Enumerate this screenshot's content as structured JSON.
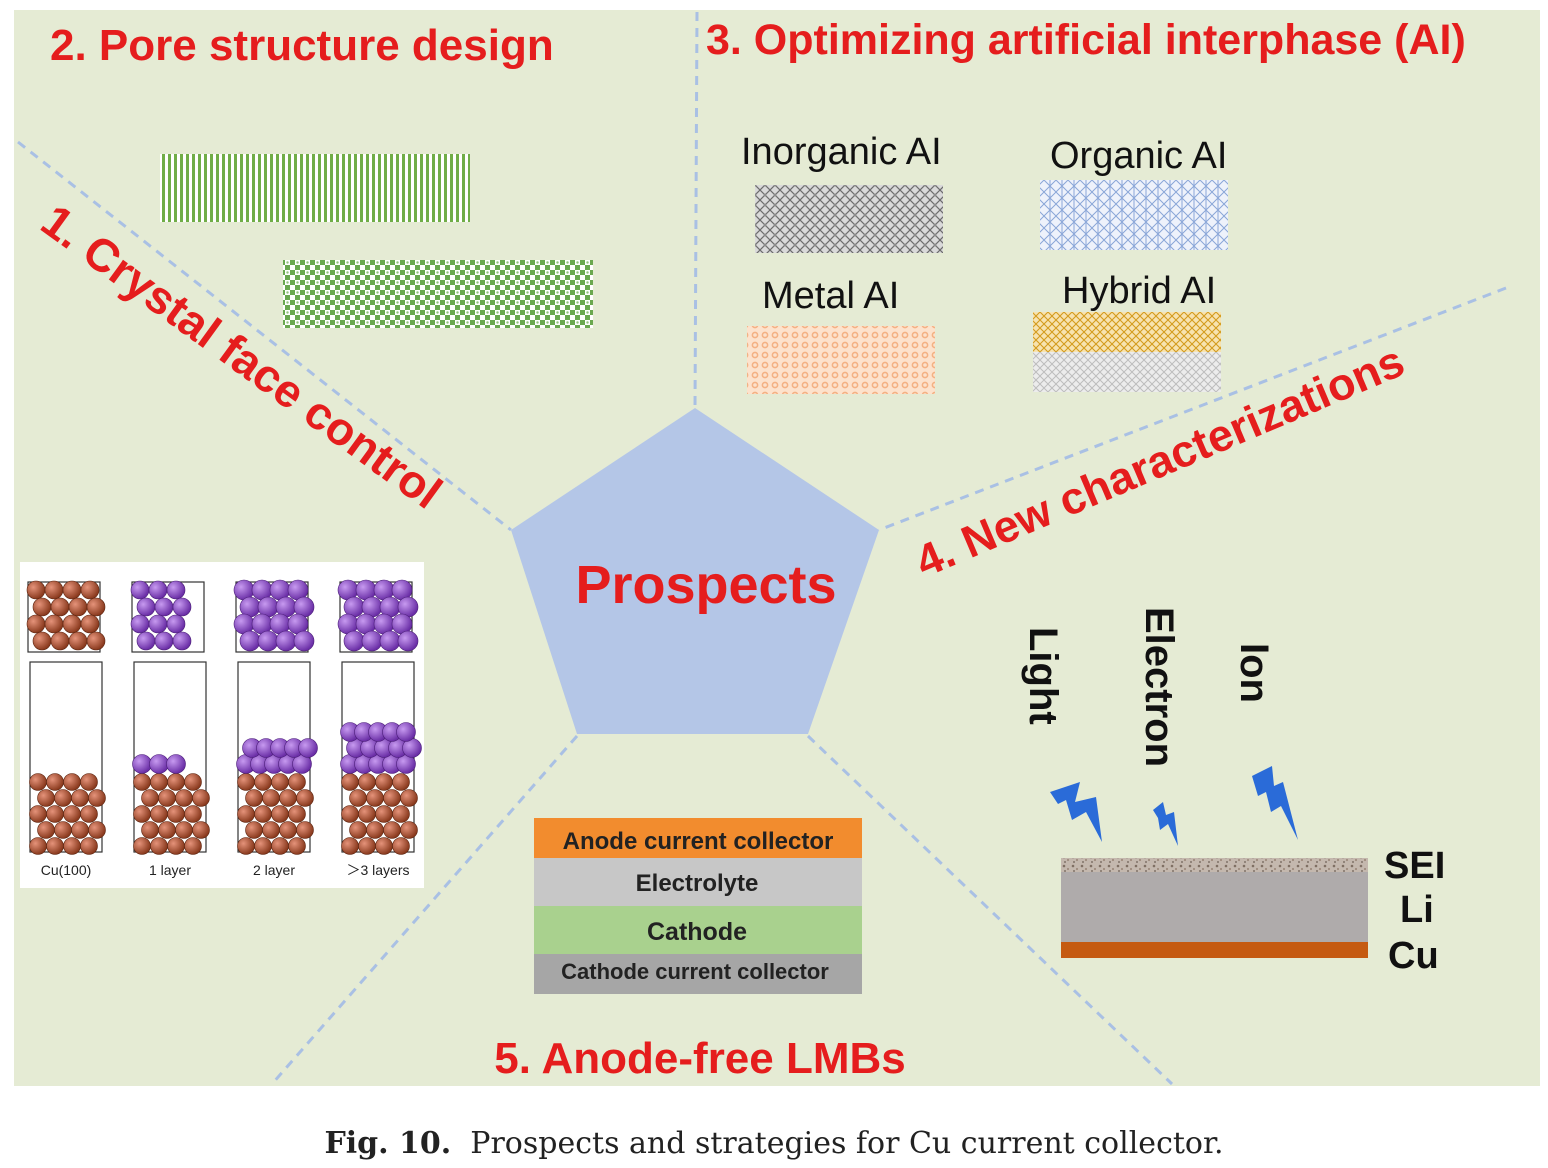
{
  "figure": {
    "center_label": "Prospects",
    "sections": {
      "crystal": "1. Crystal face control",
      "pore": "2. Pore structure design",
      "interphase": "3. Optimizing artificial interphase (AI)",
      "characterization": "4. New characterizations",
      "anode_free": "5. Anode-free LMBs"
    },
    "ai_types": {
      "inorganic": "Inorganic AI",
      "organic": "Organic AI",
      "metal": "Metal AI",
      "hybrid": "Hybrid AI"
    },
    "crystal_panels": [
      "Cu(100)",
      "1 layer",
      "2 layer",
      "＞3 layers"
    ],
    "battery_layers": {
      "anode_cc": "Anode current collector",
      "electrolyte": "Electrolyte",
      "cathode": "Cathode",
      "cathode_cc": "Cathode current collector"
    },
    "probes": {
      "light": "Light",
      "electron": "Electron",
      "ion": "Ion"
    },
    "stack_labels": {
      "sei": "SEI",
      "li": "Li",
      "cu": "Cu"
    }
  },
  "colors": {
    "background": "#e5ebd4",
    "title_red": "#e51d1d",
    "pentagon": "#b4c6e7",
    "dashed_line": "#a9c0e4",
    "cu_atom": "#b5502f",
    "li_atom": "#8c46c8",
    "anode_cc": "#f28c2e",
    "electrolyte": "#c7c7c7",
    "cathode": "#a9d18e",
    "cathode_cc": "#a6a6a6",
    "lightning": "#2a6bd8",
    "cu_layer": "#c55a11",
    "li_layer": "#afabab"
  },
  "caption": {
    "label": "Fig. 10.",
    "text": "Prospects and strategies for Cu current collector."
  }
}
